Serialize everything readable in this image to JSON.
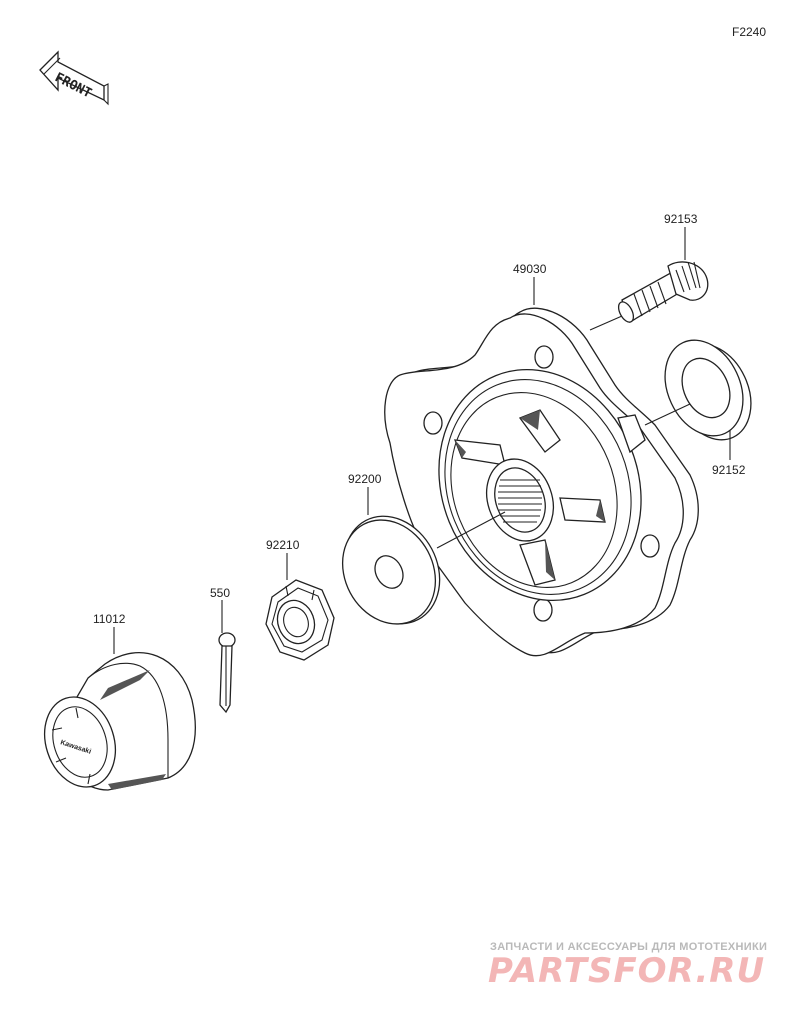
{
  "figure_number": "F2240",
  "front_arrow": "FRONT",
  "parts": [
    {
      "number": "92153"
    },
    {
      "number": "49030"
    },
    {
      "number": "92152"
    },
    {
      "number": "92200"
    },
    {
      "number": "92210"
    },
    {
      "number": "550"
    },
    {
      "number": "11012"
    }
  ],
  "cap_brand": "Kawasaki",
  "watermark": {
    "tagline": "ЗАПЧАСТИ И АКСЕССУАРЫ ДЛЯ МОТОТЕХНИКИ",
    "logo": "PARTSFOR.RU"
  }
}
